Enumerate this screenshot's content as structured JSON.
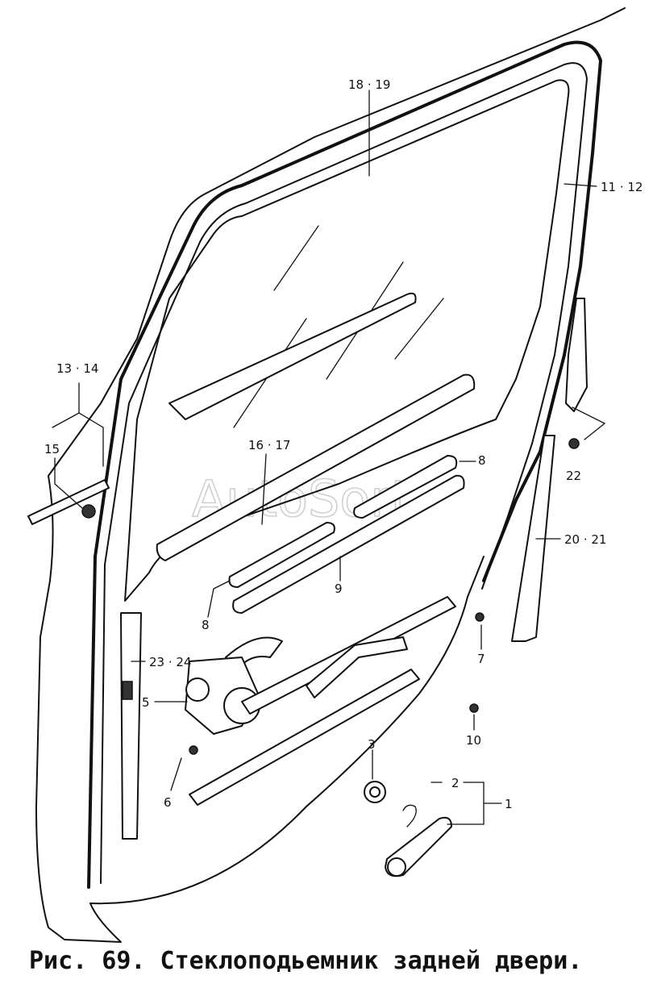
{
  "figure": {
    "caption": "Рис. 69. Стеклоподьемник задней двери.",
    "watermark": "AutoSort"
  },
  "callouts": [
    {
      "id": "c-18-19",
      "text": "18 · 19"
    },
    {
      "id": "c-11-12",
      "text": "11 · 12"
    },
    {
      "id": "c-13-14",
      "text": "13 · 14"
    },
    {
      "id": "c-15",
      "text": "15"
    },
    {
      "id": "c-16-17",
      "text": "16 · 17"
    },
    {
      "id": "c-8a",
      "text": "8"
    },
    {
      "id": "c-22",
      "text": "22"
    },
    {
      "id": "c-9",
      "text": "9"
    },
    {
      "id": "c-8b",
      "text": "8"
    },
    {
      "id": "c-20-21",
      "text": "20 · 21"
    },
    {
      "id": "c-7",
      "text": "7"
    },
    {
      "id": "c-23-24",
      "text": "23 · 24"
    },
    {
      "id": "c-5",
      "text": "5"
    },
    {
      "id": "c-10",
      "text": "10"
    },
    {
      "id": "c-3",
      "text": "3"
    },
    {
      "id": "c-6",
      "text": "6"
    },
    {
      "id": "c-2",
      "text": "2"
    },
    {
      "id": "c-1",
      "text": "1"
    }
  ]
}
